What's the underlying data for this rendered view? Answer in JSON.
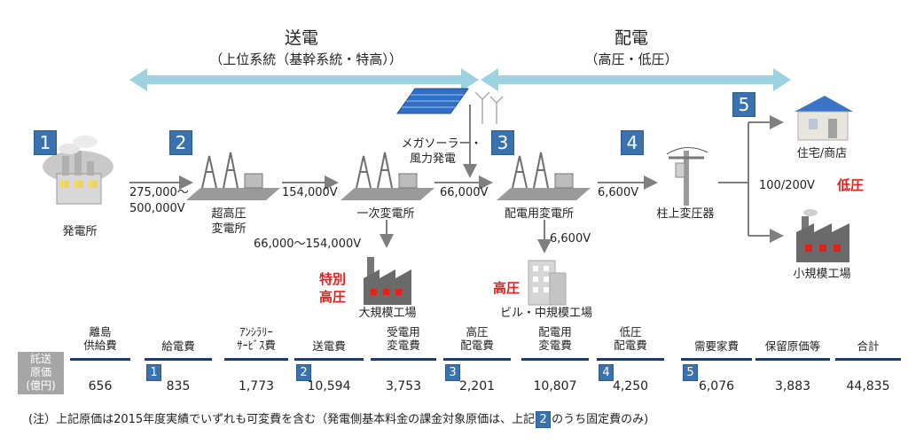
{
  "header": {
    "transmission": {
      "title": "送電",
      "subtitle": "（上位系統（基幹系統・特高））"
    },
    "distribution": {
      "title": "配電",
      "subtitle": "（高圧・低圧）"
    }
  },
  "badges": [
    "1",
    "2",
    "3",
    "4",
    "5"
  ],
  "nodes": {
    "power_plant": "発電所",
    "ultra_substation_line1": "超高圧",
    "ultra_substation_line2": "変電所",
    "primary_substation": "一次変電所",
    "solar_wind_line1": "メガソーラー・",
    "solar_wind_line2": "風力発電",
    "dist_substation": "配電用変電所",
    "pole_transformer": "柱上変圧器",
    "house_shop": "住宅/商店",
    "small_factory": "小規模工場",
    "large_factory": "大規模工場",
    "mid_factory": "ビル・中規模工場"
  },
  "voltages": {
    "v1_line1": "275,000～",
    "v1_line2": "500,000V",
    "v2": "154,000V",
    "v3": "66,000V",
    "v4": "6,600V",
    "v5": "100/200V",
    "v_branch1": "66,000～154,000V",
    "v_branch3": "6,600V"
  },
  "voltage_class": {
    "extra_high_line1": "特別",
    "extra_high_line2": "高圧",
    "high": "高圧",
    "low": "低圧"
  },
  "cost_table": {
    "row_label": [
      "託送",
      "原価",
      "(億円)"
    ],
    "columns": [
      {
        "header": [
          "離島",
          "供給費"
        ],
        "badge": "",
        "value": "656"
      },
      {
        "header": [
          "給電費"
        ],
        "badge": "1",
        "value": "835"
      },
      {
        "header": [
          "ｱﾝｼﾗﾘｰ",
          "ｻｰﾋﾞｽ費"
        ],
        "badge": "",
        "value": "1,773"
      },
      {
        "header": [
          "送電費"
        ],
        "badge": "2",
        "value": "10,594"
      },
      {
        "header": [
          "受電用",
          "変電費"
        ],
        "badge": "",
        "value": "3,753"
      },
      {
        "header": [
          "高圧",
          "配電費"
        ],
        "badge": "3",
        "value": "2,201"
      },
      {
        "header": [
          "配電用",
          "変電費"
        ],
        "badge": "",
        "value": "10,807"
      },
      {
        "header": [
          "低圧",
          "配電費"
        ],
        "badge": "4",
        "value": "4,250"
      },
      {
        "header": [
          "需要家費"
        ],
        "badge": "5",
        "value": "6,076"
      },
      {
        "header": [
          "保留原価等"
        ],
        "badge": "",
        "value": "3,883"
      },
      {
        "header": [
          "合計"
        ],
        "badge": "",
        "value": "44,835"
      }
    ]
  },
  "footnote": {
    "before": "(注）上記原価は2015年度実績でいずれも可変費を含む（発電側基本料金の課金対象原価は、上記",
    "badge": "2",
    "after": "のうち固定費のみ)"
  },
  "colors": {
    "badge_blue": "#3a72ad",
    "header_arrow": "#9dd3e0",
    "accent_red": "#e3201b",
    "table_rule": "#1f3d66",
    "arrow_gray": "#7f7f7f"
  }
}
